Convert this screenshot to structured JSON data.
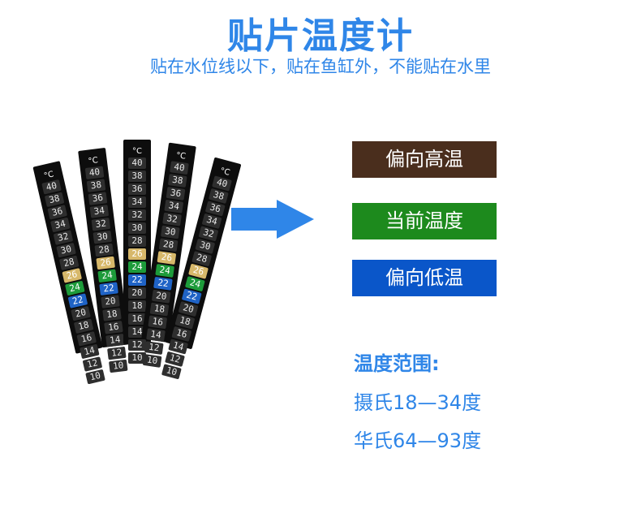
{
  "header": {
    "title": "贴片温度计",
    "subtitle": "贴在水位线以下，贴在鱼缸外，不能贴在水里"
  },
  "strips": {
    "unit": "°C",
    "labels": [
      "40",
      "38",
      "36",
      "34",
      "32",
      "30",
      "28",
      "26",
      "24",
      "22",
      "20",
      "18",
      "16",
      "14",
      "12",
      "10"
    ]
  },
  "legend": [
    {
      "label": "偏向高温",
      "color": "#4a2e1d"
    },
    {
      "label": "当前温度",
      "color": "#1d8a1d"
    },
    {
      "label": "偏向低温",
      "color": "#0a56c9"
    }
  ],
  "range": {
    "heading": "温度范围:",
    "celsius": "摄氏18—34度",
    "fahrenheit": "华氏64—93度"
  },
  "colors": {
    "accent": "#2f86e8",
    "strip_26": "#d7b86a",
    "strip_24": "#1d9b3a",
    "strip_22": "#1f63c6"
  }
}
